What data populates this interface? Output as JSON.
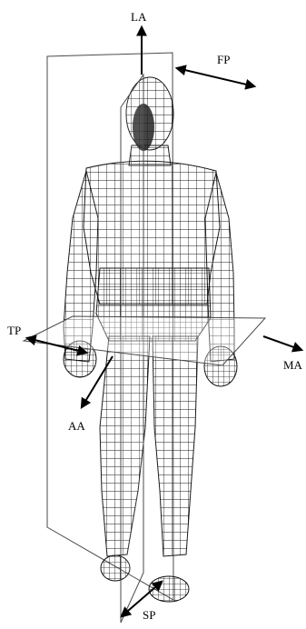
{
  "figure": {
    "labels": {
      "la": "LA",
      "fp": "FP",
      "tp": "TP",
      "ma": "MA",
      "aa": "AA",
      "sp": "SP"
    },
    "colors": {
      "plane_stroke": "#4a4a4a",
      "plane_fill": "#ffffff",
      "mesh": "#1a1a1a",
      "arrow": "#000000"
    }
  }
}
